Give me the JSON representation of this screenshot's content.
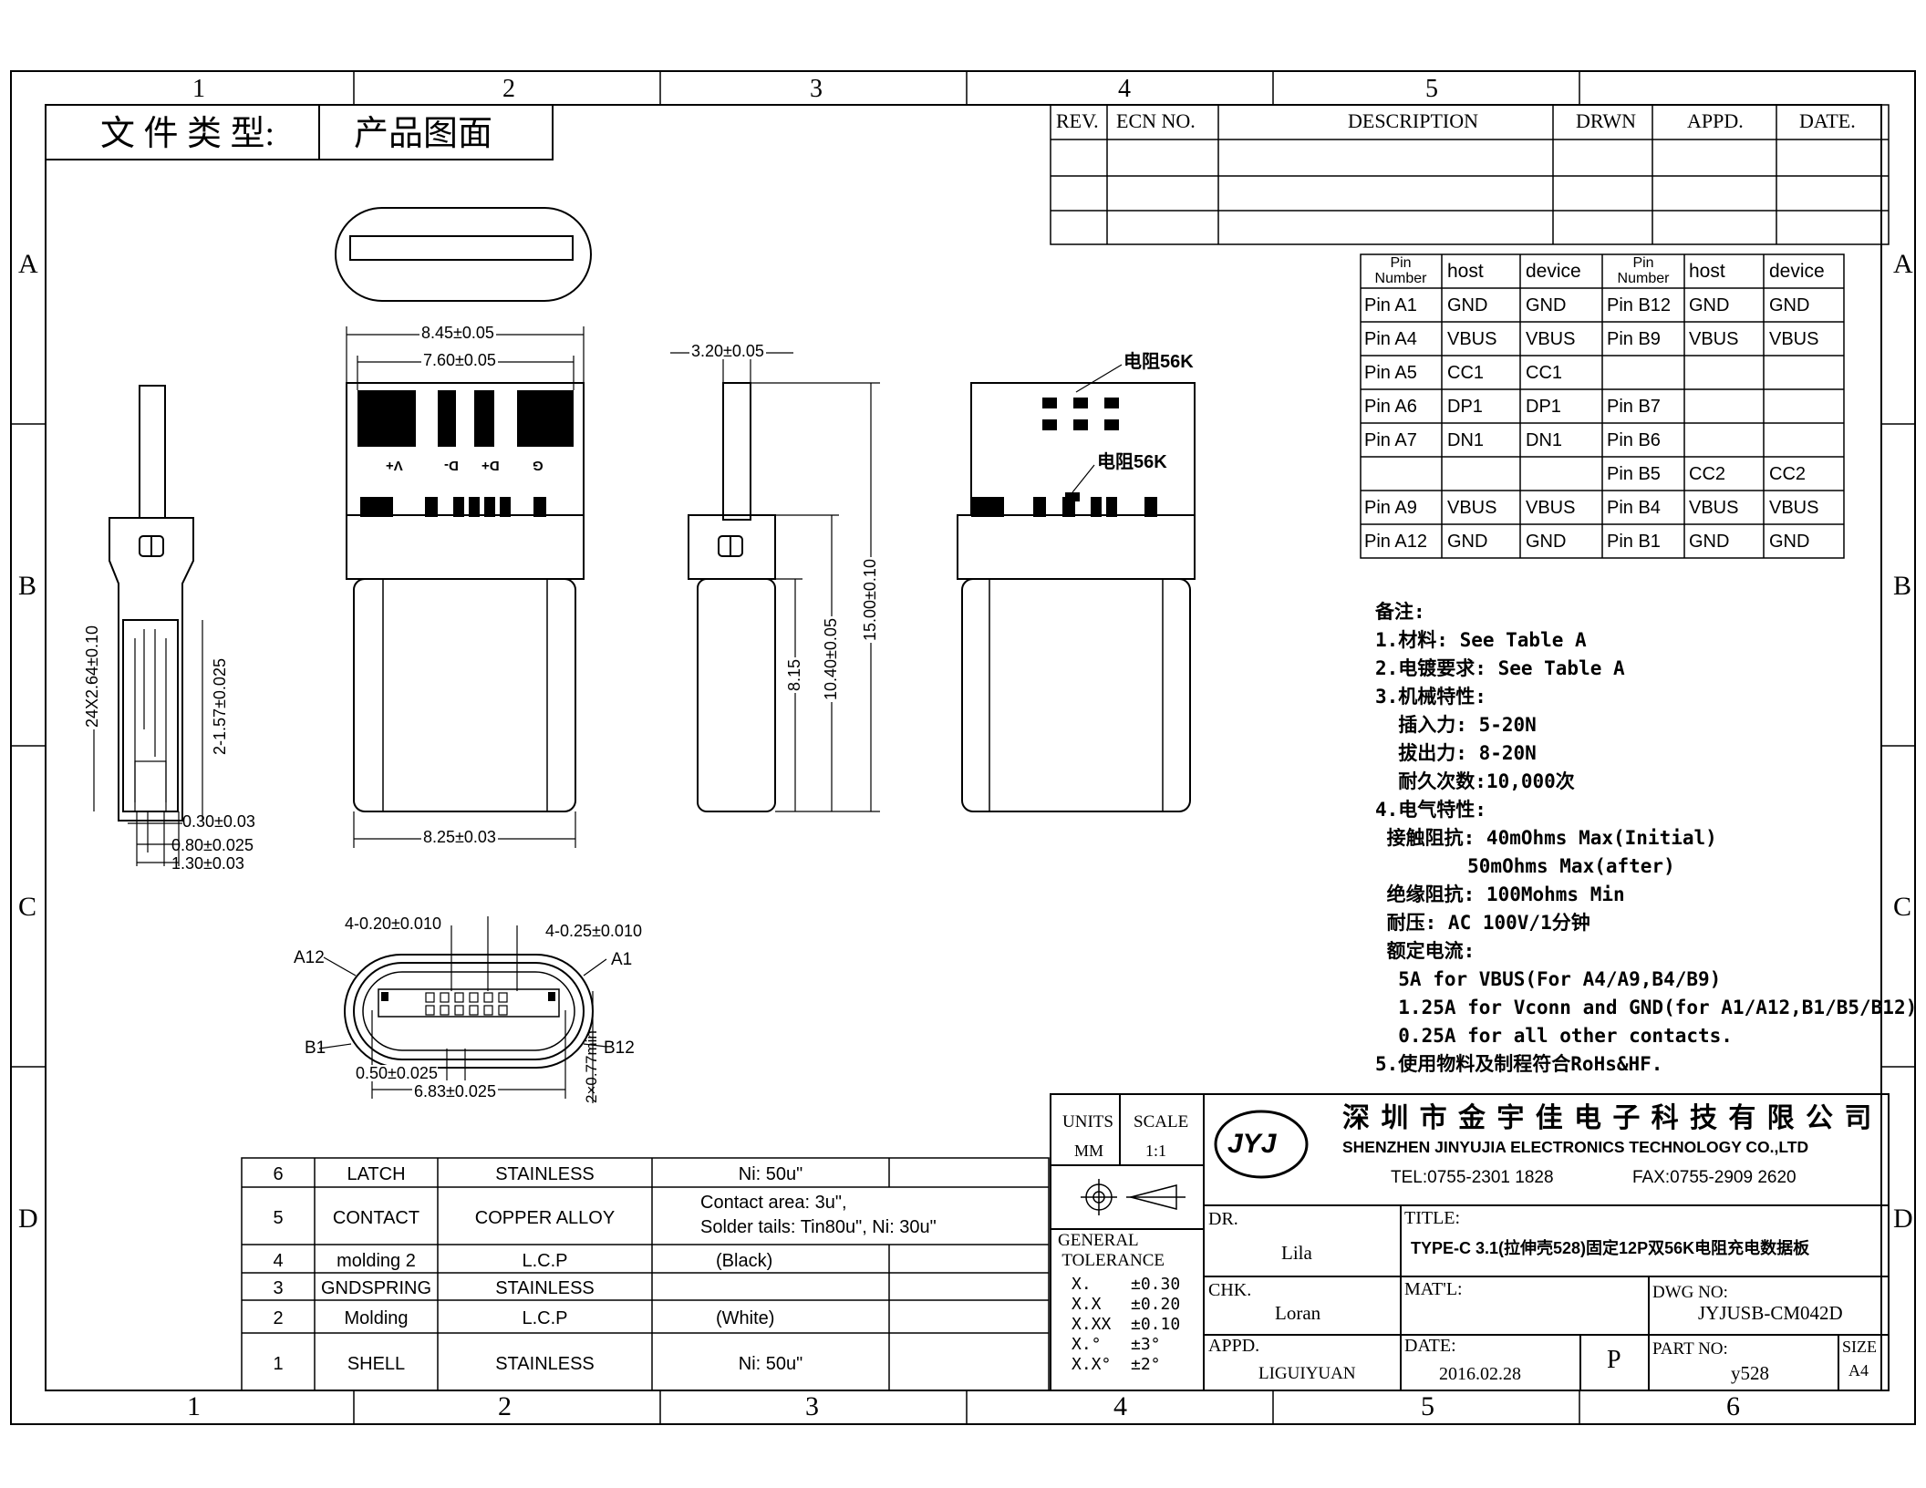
{
  "frame": {
    "col_labels": [
      "1",
      "2",
      "3",
      "4",
      "5",
      "6"
    ],
    "row_labels": [
      "A",
      "B",
      "C",
      "D"
    ]
  },
  "doc_type": {
    "label": "文 件 类 型:",
    "value": "产品图面"
  },
  "revision_table": {
    "headers": [
      "REV.",
      "ECN NO.",
      "DESCRIPTION",
      "DRWN",
      "APPD.",
      "DATE."
    ]
  },
  "pin_table": {
    "headers": [
      "Pin\nNumber",
      "host",
      "device",
      "Pin\nNumber",
      "host",
      "device"
    ],
    "rows": [
      [
        "Pin A1",
        "GND",
        "GND",
        "Pin B12",
        "GND",
        "GND"
      ],
      [
        "Pin A4",
        "VBUS",
        "VBUS",
        "Pin B9",
        "VBUS",
        "VBUS"
      ],
      [
        "Pin A5",
        "CC1",
        "CC1",
        "",
        "",
        ""
      ],
      [
        "Pin A6",
        "DP1",
        "DP1",
        "Pin B7",
        "",
        ""
      ],
      [
        "Pin A7",
        "DN1",
        "DN1",
        "Pin B6",
        "",
        ""
      ],
      [
        "",
        "",
        "",
        "Pin B5",
        "CC2",
        "CC2"
      ],
      [
        "Pin A9",
        "VBUS",
        "VBUS",
        "Pin B4",
        "VBUS",
        "VBUS"
      ],
      [
        "Pin A12",
        "GND",
        "GND",
        "Pin B1",
        "GND",
        "GND"
      ]
    ]
  },
  "notes": {
    "title": "备注:",
    "lines": [
      "1.材料: See Table A",
      "2.电镀要求: See Table A",
      "3.机械特性:",
      "  插入力: 5-20N",
      "  拔出力: 8-20N",
      "  耐久次数:10,000次",
      "4.电气特性:",
      " 接触阻抗: 40mOhms Max(Initial)",
      "        50mOhms Max(after)",
      " 绝缘阻抗: 100Mohms Min",
      " 耐压: AC 100V/1分钟",
      " 额定电流:",
      "  5A for VBUS(For A4/A9,B4/B9)",
      "  1.25A for Vconn and GND(for A1/A12,B1/B5/B12)",
      "  0.25A for all other contacts.",
      "5.使用物料及制程符合RoHs&HF."
    ]
  },
  "dimensions": {
    "top_width_outer": "8.45±0.05",
    "top_width_inner": "7.60±0.05",
    "body_width": "8.25±0.03",
    "side_thickness": "3.20±0.05",
    "len_815": "8.15",
    "len_1040": "10.40±0.05",
    "len_1500": "15.00±0.10",
    "pitch_24x": "24X2.64±0.10",
    "dim_157": "2-1.57±0.025",
    "dim_030": "0.30±0.03",
    "dim_080": "0.80±0.025",
    "dim_130": "1.30±0.03",
    "front_020": "4-0.20±0.010",
    "front_025": "4-0.25±0.010",
    "front_050": "0.50±0.025",
    "front_683": "6.83±0.025",
    "front_077": "2×0.77min"
  },
  "annotations": {
    "pad_labels": [
      "V+",
      "D-",
      "D+",
      "G"
    ],
    "resistor1": "电阻56K",
    "resistor2": "电阻56K",
    "pin_a12": "A12",
    "pin_a1": "A1",
    "pin_b1": "B1",
    "pin_b12": "B12"
  },
  "bom": [
    {
      "no": "6",
      "name": "LATCH",
      "material": "STAINLESS",
      "finish": "Ni: 50u\""
    },
    {
      "no": "5",
      "name": "CONTACT",
      "material": "COPPER ALLOY",
      "finish": "Contact area: 3u\",\nSolder tails: Tin80u\", Ni: 30u\""
    },
    {
      "no": "4",
      "name": "molding 2",
      "material": "L.C.P",
      "finish": "(Black)"
    },
    {
      "no": "3",
      "name": "GNDSPRING",
      "material": "STAINLESS",
      "finish": ""
    },
    {
      "no": "2",
      "name": "Molding",
      "material": "L.C.P",
      "finish": "(White)"
    },
    {
      "no": "1",
      "name": "SHELL",
      "material": "STAINLESS",
      "finish": "Ni: 50u\""
    }
  ],
  "title_block": {
    "units_label": "UNITS",
    "units_value": "MM",
    "scale_label": "SCALE",
    "scale_value": "1:1",
    "tolerance_label": "GENERAL\n TOLERANCE",
    "tolerances": [
      {
        "k": "X.",
        "v": "±0.30"
      },
      {
        "k": "X.X",
        "v": "±0.20"
      },
      {
        "k": "X.XX",
        "v": "±0.10"
      },
      {
        "k": "X.°",
        "v": "±3°"
      },
      {
        "k": "X.X°",
        "v": "±2°"
      }
    ],
    "company_cn": "深 圳 市 金 宇 佳 电 子 科 技 有 限 公 司",
    "company_en": "SHENZHEN JINYUJIA ELECTRONICS TECHNOLOGY CO.,LTD",
    "tel": "TEL:0755-2301 1828",
    "fax": "FAX:0755-2909 2620",
    "logo_text": "JYJ",
    "dr_label": "DR.",
    "dr_value": "Lila",
    "chk_label": "CHK.",
    "chk_value": "Loran",
    "appd_label": "APPD.",
    "appd_value": "LIGUIYUAN",
    "title_label": "TITLE:",
    "title_value": "TYPE-C 3.1(拉伸壳528)固定12P双56K电阻充电数据板",
    "matl_label": "MAT'L:",
    "dwg_label": "DWG NO:",
    "dwg_value": "JYJUSB-CM042D",
    "date_label": "DATE:",
    "date_value": "2016.02.28",
    "rev_value": "P",
    "part_label": "PART NO:",
    "part_value": "y528",
    "size_label": "SIZE",
    "size_value": "A4"
  }
}
